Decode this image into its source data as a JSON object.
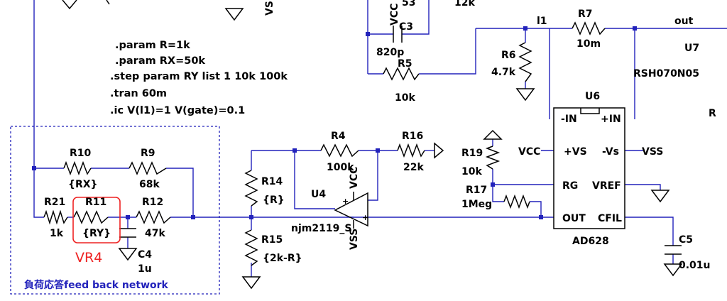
{
  "directives": [
    ".param R=1k",
    ".param RX=50k",
    ".step param RY list 1 10k 100k",
    ".tran 60m",
    ".ic V(l1)=1 V(gate)=0.1"
  ],
  "components": {
    "R10": {
      "name": "R10",
      "value": "{RX}"
    },
    "R9": {
      "name": "R9",
      "value": "68k"
    },
    "R21": {
      "name": "R21",
      "value": "1k"
    },
    "R11": {
      "name": "R11",
      "value": "{RY}"
    },
    "R12": {
      "name": "R12",
      "value": "47k"
    },
    "C4": {
      "name": "C4",
      "value": "1u"
    },
    "R14": {
      "name": "R14",
      "value": "{R}"
    },
    "R15": {
      "name": "R15",
      "value": "{2k-R}"
    },
    "R4": {
      "name": "R4",
      "value": "100k"
    },
    "R16": {
      "name": "R16",
      "value": "22k"
    },
    "U4": {
      "name": "U4",
      "model": "njm2119_S",
      "vcc": "VCC",
      "vss": "VSS"
    },
    "R19": {
      "name": "R19",
      "value": "10k"
    },
    "R17": {
      "name": "R17",
      "value": "1Meg"
    },
    "U6": {
      "name": "U6",
      "model": "AD628",
      "pins": {
        "in_n": "-IN",
        "in_p": "+IN",
        "vs_p": "+VS",
        "vs_n": "-Vs",
        "rg": "RG",
        "vref": "VREF",
        "out": "OUT",
        "cfil": "CFIL"
      }
    },
    "C5": {
      "name": "C5",
      "value": "0.01u"
    },
    "C3": {
      "name": "C3",
      "value": "820p"
    },
    "R5": {
      "name": "R5",
      "value": "10k"
    },
    "R6": {
      "name": "R6",
      "value": "4.7k"
    },
    "R7": {
      "name": "R7",
      "value": "10m"
    },
    "U7": {
      "name": "U7",
      "model": "RSH070N05"
    }
  },
  "nets": {
    "vcc_left": "VCC",
    "vss_right": "VSS",
    "l1": "l1",
    "out": "out",
    "vcc_c3": "VCC",
    "vss_top": "VS",
    "top_partial_1": "53",
    "top_partial_2": "12k",
    "edge_r": "R"
  },
  "annotations": {
    "vr4_label": "VR4",
    "network_title": "負荷応答feed back network"
  },
  "colors": {
    "wire": "#2222bb",
    "component": "#000000",
    "highlight": "#ee2222",
    "network_box": "#2222bb"
  }
}
